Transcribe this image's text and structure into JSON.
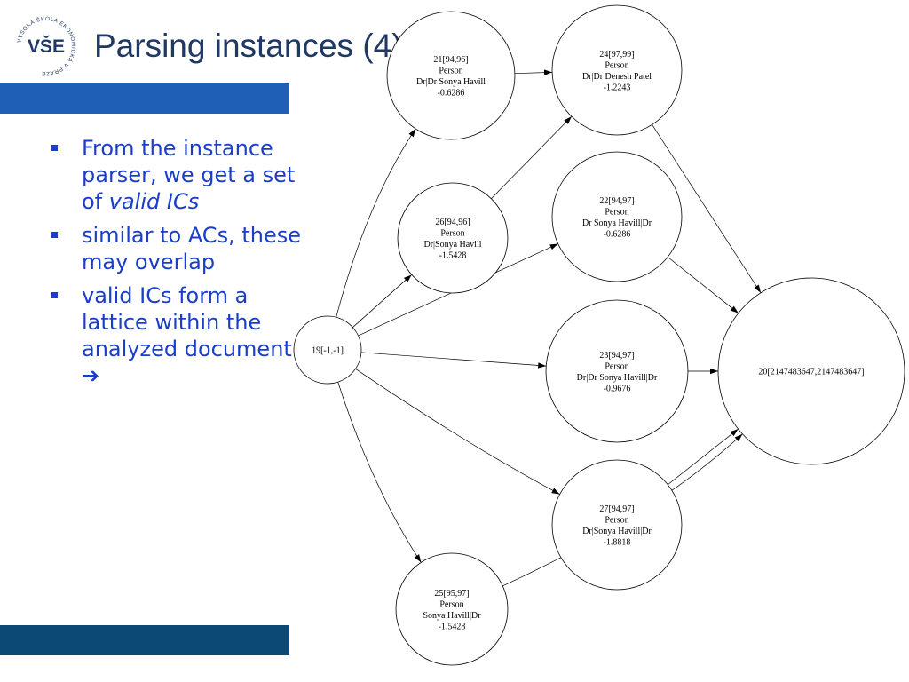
{
  "slide": {
    "title": "Parsing instances (4)",
    "logo": {
      "mark": "VŠE",
      "ring_text": "VYSOKÁ ŠKOLA EKONOMICKÁ V PRAZE",
      "icon": "university-seal-icon"
    },
    "colors": {
      "title": "#1f3864",
      "band_top": "#1f5fb5",
      "band_bottom": "#0d4a73",
      "bullet_text": "#1a3ec9",
      "bullet_mark": "#1a3ec9"
    },
    "bullets": [
      {
        "text": "From the instance parser, we get a set of ",
        "emphasis": "valid ICs",
        "suffix": ""
      },
      {
        "text": "similar to ACs, these may overlap",
        "emphasis": "",
        "suffix": ""
      },
      {
        "text": "valid ICs form a lattice within the analyzed document ",
        "emphasis": "",
        "suffix": "➔"
      }
    ]
  },
  "diagram": {
    "nodes": [
      {
        "id": "n19",
        "lines": [
          "19[-1,-1]"
        ]
      },
      {
        "id": "n21",
        "lines": [
          "21[94,96]",
          "Person",
          "Dr|Dr Sonya Havill",
          "-0.6286"
        ]
      },
      {
        "id": "n24",
        "lines": [
          "24[97,99]",
          "Person",
          "Dr|Dr Denesh Patel",
          "-1.2243"
        ]
      },
      {
        "id": "n26",
        "lines": [
          "26[94,96]",
          "Person",
          "Dr|Sonya Havill",
          "-1.5428"
        ]
      },
      {
        "id": "n22",
        "lines": [
          "22[94,97]",
          "Person",
          "Dr Sonya Havill|Dr",
          "-0.6286"
        ]
      },
      {
        "id": "n23",
        "lines": [
          "23[94,97]",
          "Person",
          "Dr|Dr Sonya Havill|Dr",
          "-0.9676"
        ]
      },
      {
        "id": "n27",
        "lines": [
          "27[94,97]",
          "Person",
          "Dr|Sonya Havill|Dr",
          "-1.8818"
        ]
      },
      {
        "id": "n25",
        "lines": [
          "25[95,97]",
          "Person",
          "Sonya Havill|Dr",
          "-1.5428"
        ]
      },
      {
        "id": "n20",
        "lines": [
          "20[2147483647,2147483647]"
        ]
      }
    ],
    "edges": [
      [
        "n19",
        "n21"
      ],
      [
        "n19",
        "n26"
      ],
      [
        "n19",
        "n22"
      ],
      [
        "n19",
        "n23"
      ],
      [
        "n19",
        "n27"
      ],
      [
        "n19",
        "n25"
      ],
      [
        "n21",
        "n24"
      ],
      [
        "n26",
        "n24"
      ],
      [
        "n24",
        "n20"
      ],
      [
        "n22",
        "n20"
      ],
      [
        "n23",
        "n20"
      ],
      [
        "n27",
        "n20"
      ],
      [
        "n25",
        "n20"
      ]
    ]
  }
}
